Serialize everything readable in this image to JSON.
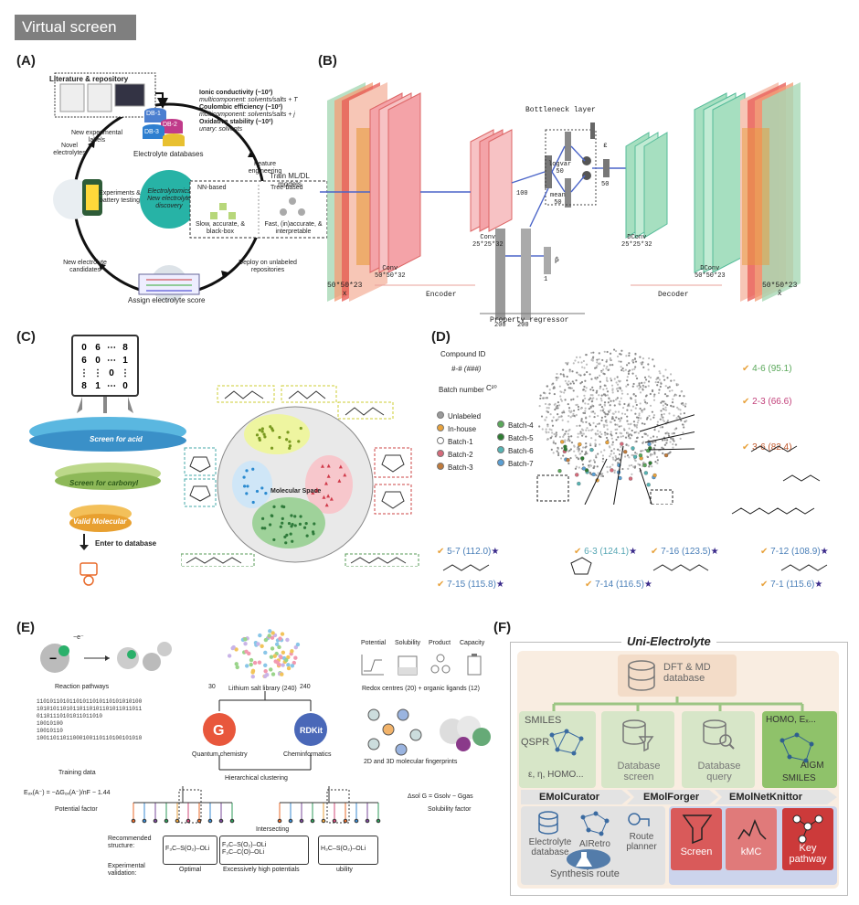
{
  "header": {
    "title": "Virtual screen"
  },
  "panels": {
    "A": {
      "label": "(A)",
      "source": "Literature & repository",
      "db_label": "Electrolyte databases",
      "props": [
        {
          "title": "Ionic conductivity (~10³)",
          "sub": "multicomponent: solvents/salts + T"
        },
        {
          "title": "Coulombic efficiency (~10²)",
          "sub": "multicomponent: solvents/salts + j"
        },
        {
          "title": "Oxidative stability (~10²)",
          "sub": "unary: solvents"
        }
      ],
      "center_line1": "Electrolytomics",
      "center_line2": "New electrolyte",
      "center_line3": "discovery",
      "feature": "Feature engineering",
      "train": "Train ML/DL models",
      "nn_title": "NN-based",
      "nn_desc": "Slow, accurate, & black-box",
      "tree_title": "Tree-based",
      "tree_desc": "Fast, (in)accurate, & interpretable",
      "deploy": "Deploy on unlabeled repositories",
      "assign": "Assign electrolyte score",
      "new_candidates": "New electrolyte candidates",
      "experiments": "Experiments & battery testing",
      "novel": "Novel electrolytes",
      "new_labels": "New experimental labels",
      "db_chips": [
        "DB-1",
        "DB-2",
        "DB-3"
      ]
    },
    "B": {
      "label": "(B)",
      "input_dim": "50*50*23",
      "input_var": "x",
      "conv1": "Conv",
      "conv1_dim": "50*50*32",
      "conv2": "Conv",
      "conv2_dim": "25*25*32",
      "n100": "100",
      "bottleneck": "Bottleneck layer",
      "logvar": "logvar",
      "logvar_n": "50",
      "mean": "mean",
      "mean_n": "50",
      "eps": "ε",
      "n50": "50",
      "dconv1": "DConv",
      "dconv1_dim": "25*25*32",
      "dconv2": "DConv",
      "dconv2_dim": "50*50*23",
      "out_dim": "50*50*23",
      "out_var": "x̂",
      "encoder": "Encoder",
      "decoder": "Decoder",
      "regressor": "Property regressor",
      "r200a": "200",
      "r200b": "200",
      "r1": "1",
      "rhat": "P̂"
    },
    "C": {
      "label": "(C)",
      "matrix": [
        [
          "0",
          "6",
          "⋯",
          "8"
        ],
        [
          "6",
          "0",
          "⋯",
          "1"
        ],
        [
          "⋮",
          "⋮",
          "0",
          "⋮"
        ],
        [
          "8",
          "1",
          "⋯",
          "0"
        ]
      ],
      "ring1": "Screen for acid",
      "ring2": "Screen for carbonyl",
      "ring3": "Valid Molecular",
      "enter": "Enter to database",
      "space": "Molecular Space"
    },
    "D": {
      "label": "(D)",
      "compound": "Compound ID",
      "id_fmt": "#-# (###)",
      "batch_num": "Batch number",
      "c_label": "C²⁰",
      "legend_left": [
        "Unlabeled",
        "In-house",
        "Batch-1",
        "Batch-2",
        "Batch-3"
      ],
      "legend_right": [
        "Batch-4",
        "Batch-5",
        "Batch-6",
        "Batch-7"
      ],
      "legend_colors": [
        "#9a9a9a",
        "#e8a23c",
        "#ffffff",
        "#d66a7a",
        "#c07a3a",
        "#5aa85a",
        "#2e7d32",
        "#56b4b4",
        "#5a9fd4"
      ],
      "compounds": [
        {
          "id": "4-6",
          "val": "(95.1)",
          "color": "#5aa85a",
          "star": ""
        },
        {
          "id": "2-3",
          "val": "(66.6)",
          "color": "#c2407a",
          "star": ""
        },
        {
          "id": "3-6",
          "val": "(82.4)",
          "color": "#c0562a",
          "star": ""
        },
        {
          "id": "5-7",
          "val": "(112.0)",
          "color": "#4a7fb8",
          "star": "★"
        },
        {
          "id": "6-3",
          "val": "(124.1)",
          "color": "#56a6b4",
          "star": "★"
        },
        {
          "id": "7-16",
          "val": "(123.5)",
          "color": "#4a7fb8",
          "star": "★"
        },
        {
          "id": "7-12",
          "val": "(108.9)",
          "color": "#4a7fb8",
          "star": "★"
        },
        {
          "id": "7-15",
          "val": "(115.8)",
          "color": "#4a7fb8",
          "star": "★"
        },
        {
          "id": "7-14",
          "val": "(116.5)",
          "color": "#4a7fb8",
          "star": "★"
        },
        {
          "id": "7-1",
          "val": "(115.6)",
          "color": "#4a7fb8",
          "star": "★"
        }
      ]
    },
    "E": {
      "label": "(E)",
      "reaction": "Reaction pathways",
      "minus_e": "−e⁻",
      "library": "Lithium salt library (240)",
      "props": [
        "Potential",
        "Solubility",
        "Product",
        "Capacity"
      ],
      "redox": "Redox centres (20) + organic ligands (12)",
      "n30": "30",
      "n240": "240",
      "qc": "Quantum chemistry",
      "chem": "Cheminformatics",
      "training": "Training data",
      "fp": "2D and 3D molecular fingerprints",
      "hier": "Hierarchical clustering",
      "potential_factor": "Potential factor",
      "solubility_factor": "Solubility factor",
      "intersecting": "Intersecting",
      "recommended": "Recommended structure:",
      "validation": "Experimental validation:",
      "optimal": "Optimal",
      "excessive": "Excessively high potentials",
      "utility": "ubility",
      "binary": [
        "11010110101101011010110101010100",
        "10101011010110110101101011011011",
        "01101110101011011010",
        "10010100",
        "10010110",
        "10011011011000100110110100101010"
      ],
      "eq_left": "Eₒₓ(A⁻) = −ΔGₒₓ(A⁻)/nF − 1.44",
      "eq_right": "Δsol G = Gsolv − Ggas",
      "struct1": "F₃C–S(O₂)–OLi",
      "struct2a": "F₃C–S(O₂)–OLi",
      "struct2b": "F₃C–C(O)–OLi",
      "struct3": "H₃C–S(O₂)–OLi"
    },
    "F": {
      "label": "(F)",
      "title": "Uni-Electrolyte",
      "dft": "DFT & MD",
      "database": "database",
      "smiles": "SMILES",
      "qspr": "QSPR",
      "eps_eta": "ε, η, HOMO...",
      "db_screen1": "Database",
      "db_screen2": "screen",
      "db_query1": "Database",
      "db_query2": "query",
      "homo": "HOMO, Eₓ...",
      "aigm": "AIGM",
      "smiles2": "SMILES",
      "curator": "EMolCurator",
      "forger": "EMolForger",
      "knittor": "EMolNetKnittor",
      "edb1": "Electrolyte",
      "edb2": "database",
      "airetro": "AIRetro",
      "route1": "Route",
      "route2": "planner",
      "synthesis": "Synthesis route",
      "screen": "Screen",
      "kmc": "kMC",
      "key1": "Key",
      "key2": "pathway"
    }
  }
}
